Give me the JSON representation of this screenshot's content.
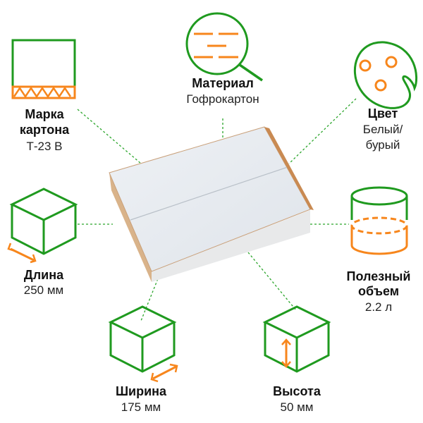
{
  "colors": {
    "green": "#1f9a1f",
    "orange": "#f7861c"
  },
  "features": [
    {
      "icon": "corrugated-board-icon",
      "title_lines": [
        "Марка",
        "картона"
      ],
      "value_lines": [
        "Т-23 В"
      ]
    },
    {
      "icon": "magnifier-icon",
      "title_lines": [
        "Материал"
      ],
      "value_lines": [
        "Гофрокартон"
      ]
    },
    {
      "icon": "palette-icon",
      "title_lines": [
        "Цвет"
      ],
      "value_lines": [
        "Белый/",
        "бурый"
      ]
    },
    {
      "icon": "cube-length-icon",
      "title_lines": [
        "Длина"
      ],
      "value_lines": [
        "250 мм"
      ]
    },
    {
      "icon": "cylinder-volume-icon",
      "title_lines": [
        "Полезный",
        "объем"
      ],
      "value_lines": [
        "2.2 л"
      ]
    },
    {
      "icon": "cube-width-icon",
      "title_lines": [
        "Ширина"
      ],
      "value_lines": [
        "175 мм"
      ]
    },
    {
      "icon": "cube-height-icon",
      "title_lines": [
        "Высота"
      ],
      "value_lines": [
        "50 мм"
      ]
    }
  ]
}
